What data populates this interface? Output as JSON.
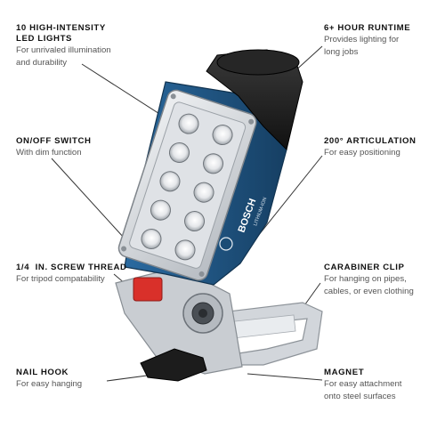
{
  "callouts": {
    "led": {
      "title_line1": "10 HIGH-INTENSITY",
      "title_line2": "LED LIGHTS",
      "desc_line1": "For unrivaled illumination",
      "desc_line2": "and durability"
    },
    "runtime": {
      "title_line1": "6+ HOUR RUNTIME",
      "desc_line1": "Provides lighting for",
      "desc_line2": "long jobs"
    },
    "switch": {
      "title_line1": "ON/OFF SWITCH",
      "desc_line1": "With dim function"
    },
    "articulation": {
      "title_line1": "200° ARTICULATION",
      "desc_line1": "For easy positioning"
    },
    "thread": {
      "title_line1": "1/4  IN. SCREW THREAD",
      "desc_line1": "For tripod compatability"
    },
    "clip": {
      "title_line1": "CARABINER CLIP",
      "desc_line1": "For hanging on pipes,",
      "desc_line2": "cables, or even clothing"
    },
    "hook": {
      "title_line1": "NAIL HOOK",
      "desc_line1": "For easy hanging"
    },
    "magnet": {
      "title_line1": "MAGNET",
      "desc_line1": "For easy attachment",
      "desc_line2": "onto steel surfaces"
    }
  },
  "product": {
    "brand": "BOSCH",
    "model_text": "LITHIUM-ION"
  },
  "colors": {
    "body_blue": "#1f5a8a",
    "body_blue_dark": "#163f63",
    "panel_silver": "#cfd3d8",
    "accent_red": "#d9302a",
    "battery_black": "#1c1c1c",
    "leader_line": "#333333"
  }
}
